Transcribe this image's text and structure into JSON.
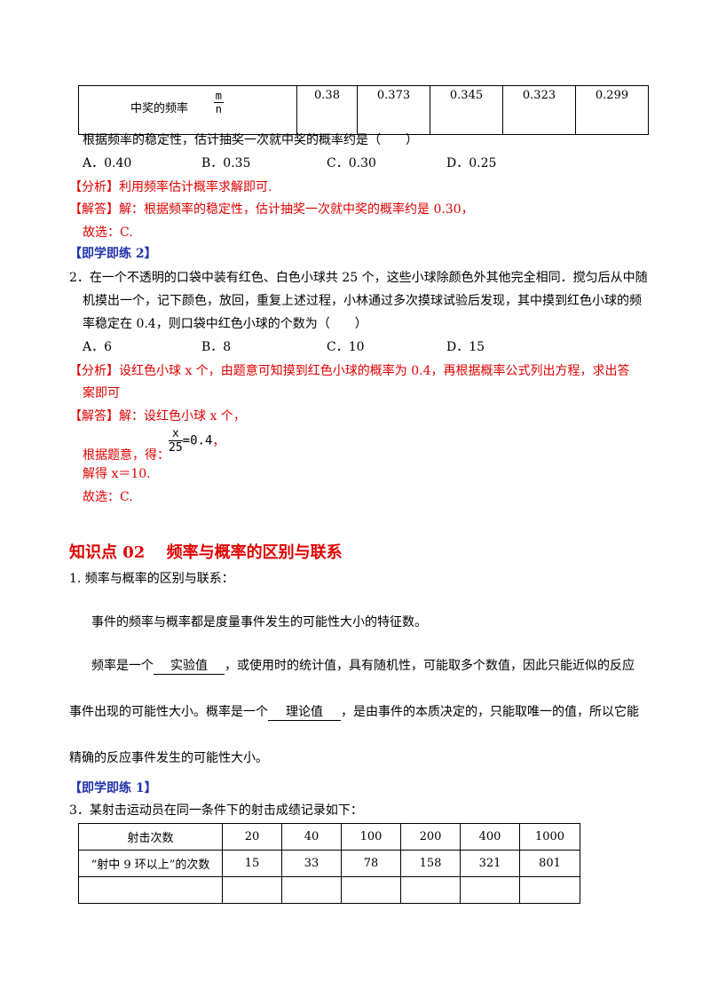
{
  "table1": {
    "frac_num": "m",
    "frac_den": "n",
    "row_label": "中奖的频率",
    "values": [
      "0.38",
      "0.373",
      "0.345",
      "0.323",
      "0.299"
    ]
  },
  "q1": {
    "stem": "根据频率的稳定性，估计抽奖一次就中奖的概率约是（　　）",
    "options": [
      "A．0.40",
      "B．0.35",
      "C．0.30",
      "D．0.25"
    ],
    "analysis": "【分析】利用频率估计概率求解即可.",
    "answer": "【解答】解：根据频率的稳定性，估计抽奖一次就中奖的概率约是 0.30，",
    "choice": "故选：C."
  },
  "practice2": {
    "title": "【即学即练 2】"
  },
  "q2": {
    "line1": "2．在一个不透明的口袋中装有红色、白色小球共 25 个，这些小球除颜色外其他完全相同．搅匀后从中随",
    "line2": "机摸出一个，记下颜色，放回，重复上述过程，小林通过多次摸球试验后发现，其中摸到红色小球的频",
    "line3": "率稳定在 0.4，则口袋中红色小球的个数为（　　）",
    "options": [
      "A．6",
      "B．8",
      "C．10",
      "D．15"
    ],
    "analysis1": "【分析】设红色小球 x 个，由题意可知摸到红色小球的概率为 0.4，再根据概率公式列出方程，求出答",
    "analysis2": "案即可",
    "answer1": "【解答】解：设红色小球 x 个，",
    "eq_prefix": "根据题意，得：",
    "eq_num": "x",
    "eq_den": "25",
    "eq_rhs": "=0.4",
    "eq_suffix": "，",
    "solve": "解得 x＝10.",
    "choice": "故选：C."
  },
  "section": {
    "title": "知识点 02　 频率与概率的区别与联系"
  },
  "point1": {
    "heading": "1. 频率与概率的区别与联系：",
    "para1": "事件的频率与概率都是度量事件发生的可能性大小的特征数。",
    "para2_a": "频率是一个",
    "blank1": "实验值",
    "para2_b": "，或使用时的统计值，具有随机性，可能取多个数值，因此只能近似的反应",
    "para3_a": "事件出现的可能性大小。概率是一个",
    "blank2": "理论值",
    "para3_b": "，是由事件的本质决定的，只能取唯一的值，所以它能",
    "para4": "精确的反应事件发生的可能性大小。"
  },
  "practice1": {
    "title": "【即学即练 1】"
  },
  "q3": {
    "stem": "3．某射击运动员在同一条件下的射击成绩记录如下：",
    "table": {
      "row1": [
        "射击次数",
        "20",
        "40",
        "100",
        "200",
        "400",
        "1000"
      ],
      "row2": [
        "“射中 9 环以上”的次数",
        "15",
        "33",
        "78",
        "158",
        "321",
        "801"
      ],
      "row3": [
        "",
        "",
        "",
        "",
        "",
        "",
        ""
      ]
    }
  }
}
